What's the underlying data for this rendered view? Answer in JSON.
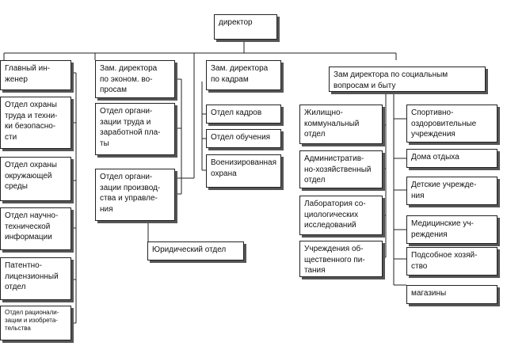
{
  "chart": {
    "director": "директор",
    "chief_engineer": {
      "title": "Главный ин-\nженер",
      "departments": [
        "Отдел охраны\nтруда и техни-\nки безопасно-\nсти",
        "Отдел охраны\nокружающей\nсреды",
        "Отдел научно-\nтехнической\nинформации",
        "Патентно-\nлицензионный\nотдел",
        "Отдел рационали-\nзации и изобрета-\nтельства"
      ]
    },
    "deputy_economics": {
      "title": "Зам. директора\nпо эконом. во-\nпросам",
      "departments": [
        "Отдел органи-\nзации труда и\nзаработной пла-\nты",
        "Отдел органи-\nзации производ-\nства и управле-\nния"
      ]
    },
    "deputy_hr": {
      "title": "Зам. директора\nпо кадрам",
      "departments": [
        "Отдел кадров",
        "Отдел обучения",
        "Военизированная\nохрана"
      ]
    },
    "legal_department": "Юридический отдел",
    "deputy_social": {
      "title": "Зам директора по социальным\nвопросам и быту",
      "left_units": [
        "Жилищно-\nкоммунальный\nотдел",
        "Административ-\nно-хозяйственный\nотдел",
        "Лаборатория со-\nциологических\nисследований",
        "Учреждения об-\nщественного пи-\nтания"
      ],
      "right_units": [
        "Спортивно-\nоздоровительные\nучреждения",
        "Дома отдыха",
        "Детские учрежде-\nния",
        "Медицинские уч-\nреждения",
        "Подсобное хозяй-\nство",
        "магазины"
      ]
    }
  }
}
